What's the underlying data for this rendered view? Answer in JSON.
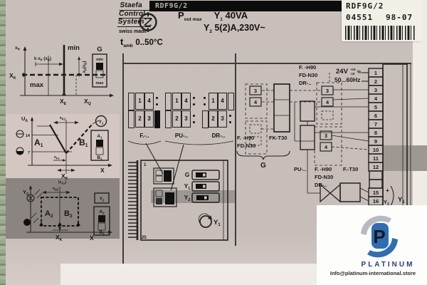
{
  "colors": {
    "label": "#c9bfba",
    "dark_band": "#8b8480",
    "accent_blue": "#2f6db5",
    "brand_navy": "#24407e"
  },
  "header": {
    "brand_lines": [
      "Staefa",
      "Control",
      "System"
    ],
    "swiss_made": "swiss made",
    "model_bar": "RDF9G/2",
    "power": {
      "p": "P",
      "p_sub": "out max",
      "y": "Y",
      "y_sub": "1",
      "value": "40VA"
    },
    "rating": {
      "y": "Y",
      "y_sub": "2",
      "value": "5(2)A,230V~"
    },
    "t_amb": {
      "t": "t",
      "t_sub": "amb",
      "value": "0..50°C"
    }
  },
  "sticker": {
    "model": "RDF9G/2",
    "serial": "04551",
    "date": "98-07"
  },
  "diagram_minmax": {
    "axis_y_b": "x",
    "axis_y_s": "R",
    "min": "min",
    "max": "max",
    "k1": "k·x",
    "k2": "P",
    "k3": " (x",
    "k4": "D",
    "k5": ")",
    "r1": "x",
    "r2": "P",
    "r3": "(x",
    "r4": "D",
    "r5": ")",
    "xk_b": "X",
    "xk_s": "K",
    "xe_b": "X",
    "xe_s": "E",
    "axis_x_b": "X",
    "axis_x_s": "Q",
    "g": "G",
    "g_min": "min",
    "g_max": "max"
  },
  "diagram_seq": {
    "ua_b": "U",
    "ua_s": "A",
    "xk1_b": "x",
    "xk1_s": "K1",
    "y1_b": "Y",
    "y1_s": "1",
    "tick14": "14",
    "tick7": "7",
    "a1_b": "A",
    "a1_s": "1",
    "b1_b": "B",
    "b1_s": "1",
    "xp1_b": "x",
    "xp1_s": "P1",
    "x": "X",
    "xk_b": "X",
    "xk_s": "K",
    "xk2_1": "(x",
    "xk2_2": "K2",
    "xk2_3": ")"
  },
  "diagram_seq2": {
    "y2_b": "Y",
    "y2_s": "2",
    "xd2_b": "x",
    "xd2_s": "D2",
    "a2_b": "A",
    "a2_s": "2",
    "b2_b": "B",
    "b2_s": "2",
    "x": "X",
    "xk_b": "X",
    "xk_s": "K"
  },
  "connectors": {
    "groups": [
      {
        "label": "F.-.."
      },
      {
        "label": "PU-.."
      },
      {
        "label": "DR-.."
      }
    ],
    "n1": "1",
    "n2": "2",
    "n3": "3",
    "n4": "4"
  },
  "device": {
    "pin_first": "1",
    "pin_last": "25",
    "row_g": "G",
    "row_y1_b": "Y",
    "row_y1_s": "1",
    "row_y2_b": "Y",
    "row_y2_s": "2",
    "knob_b": "Y",
    "knob_s": "1"
  },
  "wiring": {
    "top_labels": [
      "F. -H90",
      "FD-N30",
      "DR-.."
    ],
    "supply_voltage": "24V",
    "supply_tol_up": "+15",
    "supply_tol_dn": "-10",
    "supply_pct": "%",
    "supply_freq": "50...60Hz",
    "fk_label": "FK-T30",
    "left_labels": [
      "F. -H90",
      "FD-N30"
    ],
    "brace_label": "G",
    "mid_labels": [
      "PU-..",
      "F. -H90",
      "F.-T30"
    ],
    "mid_labels2": [
      "FD-N30",
      "DR-.."
    ],
    "t3": "3",
    "t4": "4",
    "terminals": [
      "1",
      "2",
      "3",
      "4",
      "5",
      "6",
      "7",
      "8",
      "9",
      "10",
      "11",
      "12",
      "",
      "",
      "15",
      "16"
    ],
    "out_plus": "+",
    "out_y2_b": "Y",
    "out_y2_s": "2",
    "out_y1_b": "Y",
    "out_y1_s": "1"
  },
  "watermark": {
    "logo_letter": "P",
    "brand": "PLATINUM",
    "email": "Info@platinum-international.store"
  }
}
